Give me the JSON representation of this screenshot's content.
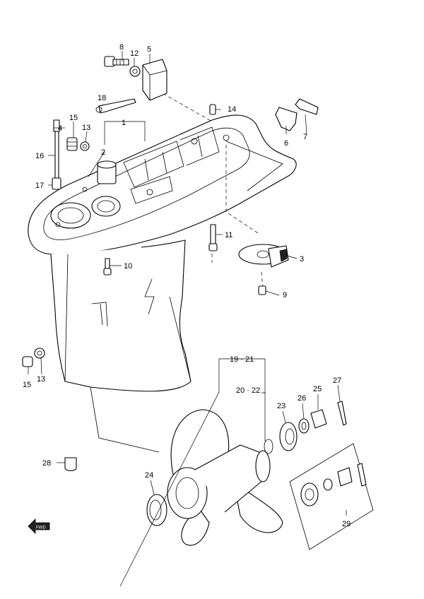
{
  "callouts": {
    "c1": "1",
    "c2": "2",
    "c3": "3",
    "c4": "4",
    "c5": "5",
    "c6": "6",
    "c7": "7",
    "c8": "8",
    "c9": "9",
    "c10": "10",
    "c11": "11",
    "c12": "12",
    "c13a": "13",
    "c13b": "13",
    "c14": "14",
    "c15a": "15",
    "c15b": "15",
    "c16": "16",
    "c17": "17",
    "c18": "18",
    "c19_21": "19 · 21",
    "c20_22": "20 · 22",
    "c23": "23",
    "c24": "24",
    "c25": "25",
    "c26": "26",
    "c27": "27",
    "c28": "28",
    "c29": "29"
  },
  "fwd_badge": "FWD"
}
